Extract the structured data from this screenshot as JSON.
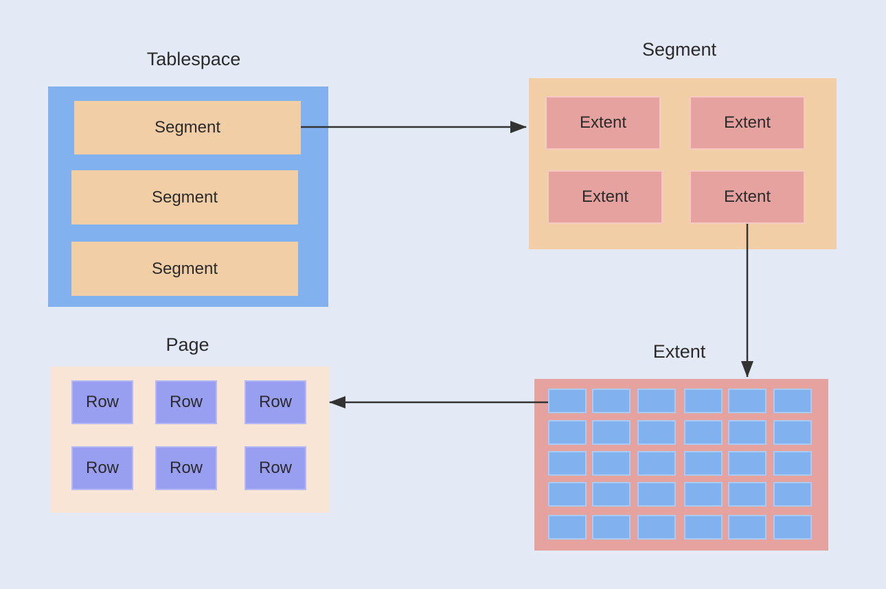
{
  "tablespace": {
    "title": "Tablespace",
    "segments": [
      "Segment",
      "Segment",
      "Segment"
    ],
    "color": "#82b1ef"
  },
  "segment": {
    "title": "Segment",
    "extents": [
      "Extent",
      "Extent",
      "Extent",
      "Extent"
    ],
    "color": "#f2cea6"
  },
  "extent": {
    "title": "Extent",
    "page_rows": 5,
    "page_cols": 6,
    "color": "#e5a29e"
  },
  "page": {
    "title": "Page",
    "rows": [
      "Row",
      "Row",
      "Row",
      "Row",
      "Row",
      "Row"
    ],
    "color": "#f8e5d5"
  },
  "colors": {
    "background": "#e3eaf6",
    "row": "#989ef0",
    "page_cell": "#82b1ef",
    "arrow": "#333333"
  }
}
